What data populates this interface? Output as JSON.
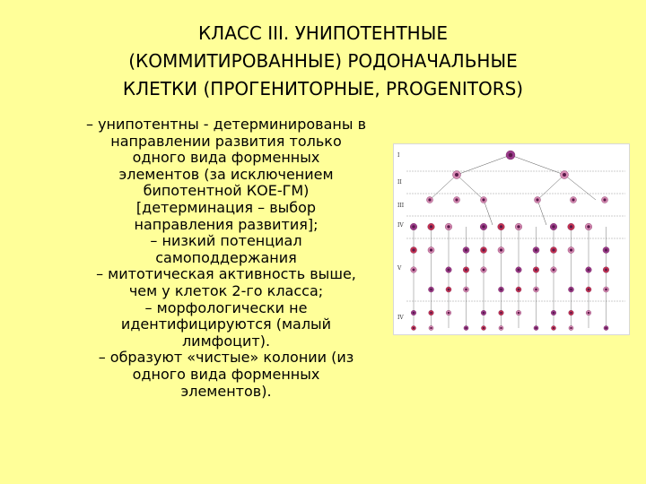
{
  "slide": {
    "title_lines": [
      "КЛАСС III. УНИПОТЕНТНЫЕ",
      "(КОММИТИРОВАННЫЕ)  РОДОНАЧАЛЬНЫЕ",
      "КЛЕТКИ (ПРОГЕНИТОРНЫЕ, PROGENITORS)"
    ],
    "body_lines": [
      "–  унипотентны - детерминированы в",
      "направлении развития только",
      "одного вида форменных",
      "элементов (за исключением",
      "бипотентной КОЕ-ГМ)",
      "[детерминация – выбор",
      "направления развития];",
      "–  низкий потенциал",
      "самоподдержания",
      "–  митотическая активность выше,",
      "чем у клеток 2-го класса;",
      "–  морфологически не",
      "идентифицируются (малый",
      "лимфоцит).",
      "–  образуют «чистые» колонии (из",
      "одного вида форменных",
      "элементов)."
    ]
  },
  "scheme": {
    "row_labels": [
      "I",
      "II",
      "III",
      "IV",
      "V",
      "IV"
    ],
    "colors": {
      "cell_pink": "#d88cb4",
      "cell_red": "#c83250",
      "cell_purple": "#9a3c8c",
      "cell_pale": "#f0c8dc",
      "line": "#555555",
      "divider": "#9a9a9a"
    }
  }
}
